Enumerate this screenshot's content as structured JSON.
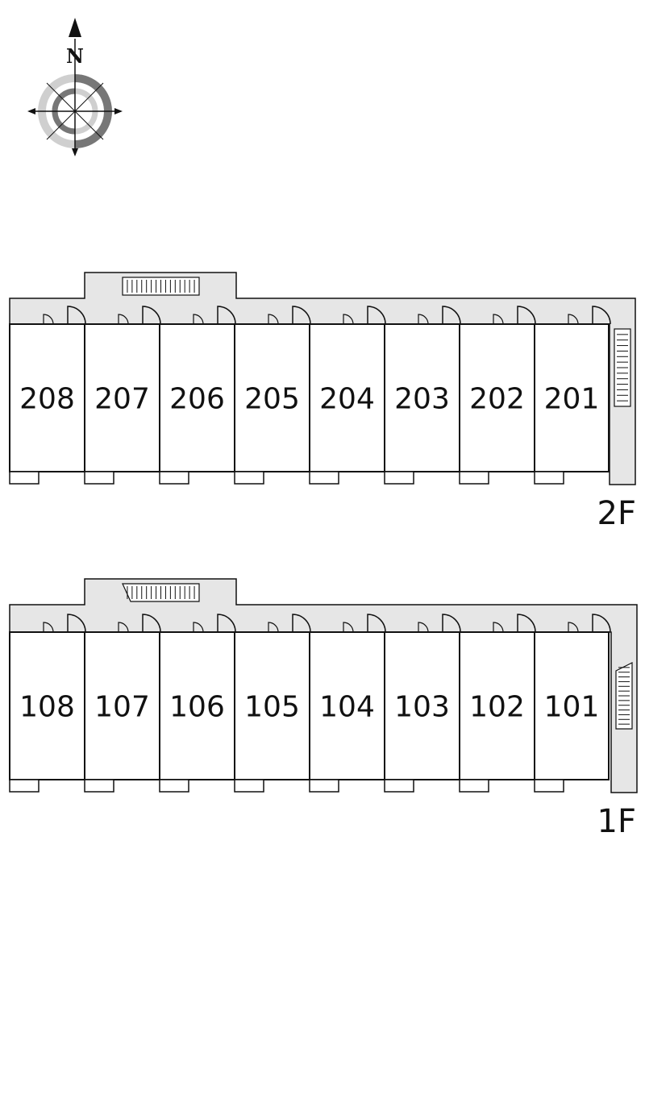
{
  "compass": {
    "north_label": "N"
  },
  "floors": [
    {
      "label": "2F",
      "units": [
        "208",
        "207",
        "206",
        "205",
        "204",
        "203",
        "202",
        "201"
      ]
    },
    {
      "label": "1F",
      "units": [
        "108",
        "107",
        "106",
        "105",
        "104",
        "103",
        "102",
        "101"
      ]
    }
  ],
  "colors": {
    "corridor": "#e6e6e6",
    "wall": "#111111",
    "compass_dark": "#777777",
    "compass_light": "#cfcfcf"
  }
}
